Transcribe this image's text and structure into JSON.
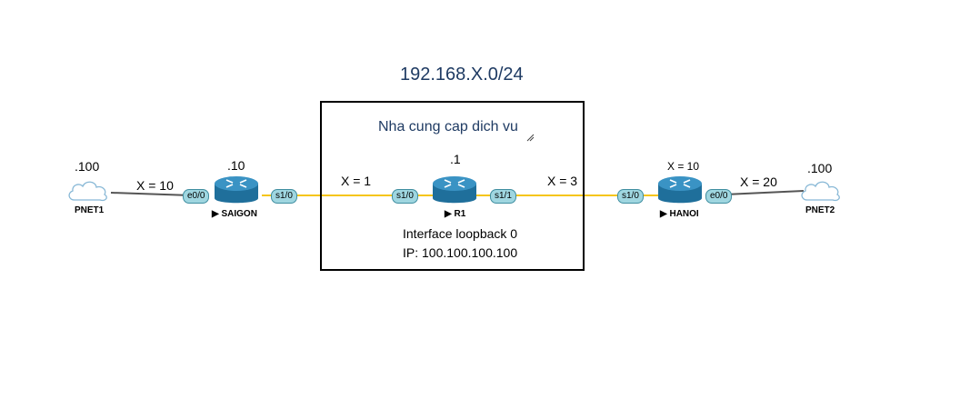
{
  "network": {
    "subnet_title": "192.168.X.0/24"
  },
  "provider_box": {
    "title": "Nha cung cap dich vu",
    "loopback_line1": "Interface loopback 0",
    "loopback_line2": "IP: 100.100.100.100"
  },
  "clouds": [
    {
      "name": "PNET1",
      "host": ".100"
    },
    {
      "name": "PNET2",
      "host": ".100"
    }
  ],
  "routers": [
    {
      "name": "SAIGON",
      "host": ".10"
    },
    {
      "name": "R1",
      "host": ".1"
    },
    {
      "name": "HANOI",
      "host": "X = 10"
    }
  ],
  "interfaces": {
    "saigon_e0": "e0/0",
    "saigon_s1": "s1/0",
    "r1_s10": "s1/0",
    "r1_s11": "s1/1",
    "hanoi_s1": "s1/0",
    "hanoi_e0": "e0/0"
  },
  "links": {
    "pnet1_saigon": "X = 10",
    "saigon_r1": "X = 1",
    "r1_hanoi": "X = 3",
    "hanoi_pnet2": "X = 20"
  },
  "colors": {
    "serial_link": "#f5c518",
    "ethernet_link": "#555555",
    "router_body": "#1f6f9b",
    "router_top": "#3a93c4",
    "interface_fill": "#9fd6e0",
    "title_text": "#1f3b63"
  }
}
